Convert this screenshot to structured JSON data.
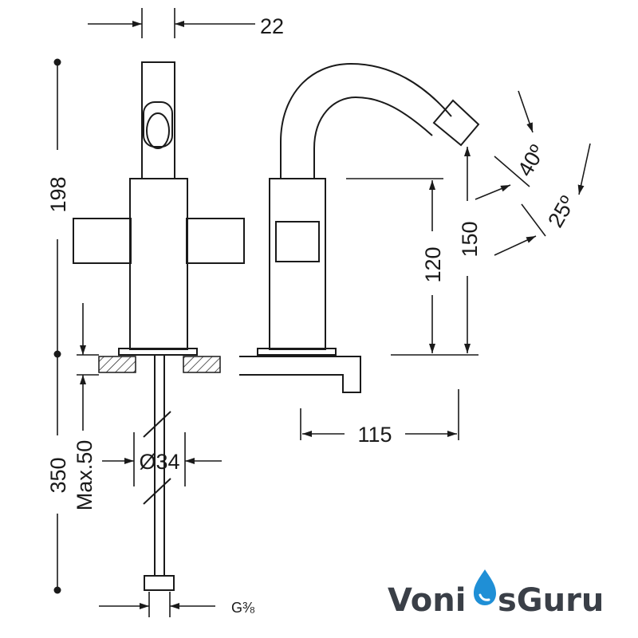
{
  "dimensions": {
    "lever_width": "22",
    "total_height": "198",
    "spout_outlet_height": "120",
    "spout_top_height": "150",
    "spout_reach": "115",
    "angle_upper": "40º",
    "angle_lower": "25º",
    "hose_length": "350",
    "deck_thickness_max": "Max.50",
    "hole_diameter": "Ø34",
    "connection_thread": "G⅜"
  },
  "brand": {
    "part1": "Voni",
    "part2": "sGuru",
    "color_dark": "#3a3f47",
    "color_accent": "#1f8fd6",
    "logo_icon": "water-drop-icon"
  }
}
